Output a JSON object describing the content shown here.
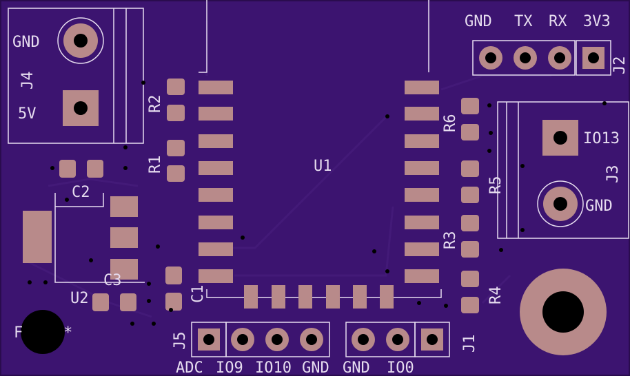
{
  "colors": {
    "board": "#3c1470",
    "edge": "#2a0c4e",
    "silkscreen": "#e6dcef",
    "copper_pad": "#b88a8a",
    "drill": "#000000"
  },
  "labels": {
    "j4_gnd": "GND",
    "j4_5v": "5V",
    "j4": "J4",
    "r2": "R2",
    "r1": "R1",
    "c2": "C2",
    "u2": "U2",
    "c3": "C3",
    "c1": "C1",
    "u1": "U1",
    "j2_gnd": "GND",
    "j2_tx": "TX",
    "j2_rx": "RX",
    "j2_3v3": "3V3",
    "j2": "J2",
    "r6": "R6",
    "r5": "R5",
    "r3": "R3",
    "r4": "R4",
    "j3_io13": "IO13",
    "j3_gnd": "GND",
    "j3": "J3",
    "j5": "J5",
    "j5_adc": "ADC",
    "j5_io9": "IO9",
    "j5_io10": "IO10",
    "j5_gnd": "GND",
    "j1": "J1",
    "j1_gnd": "GND",
    "j1_io0": "IO0",
    "fid": "F",
    "star": "*"
  }
}
